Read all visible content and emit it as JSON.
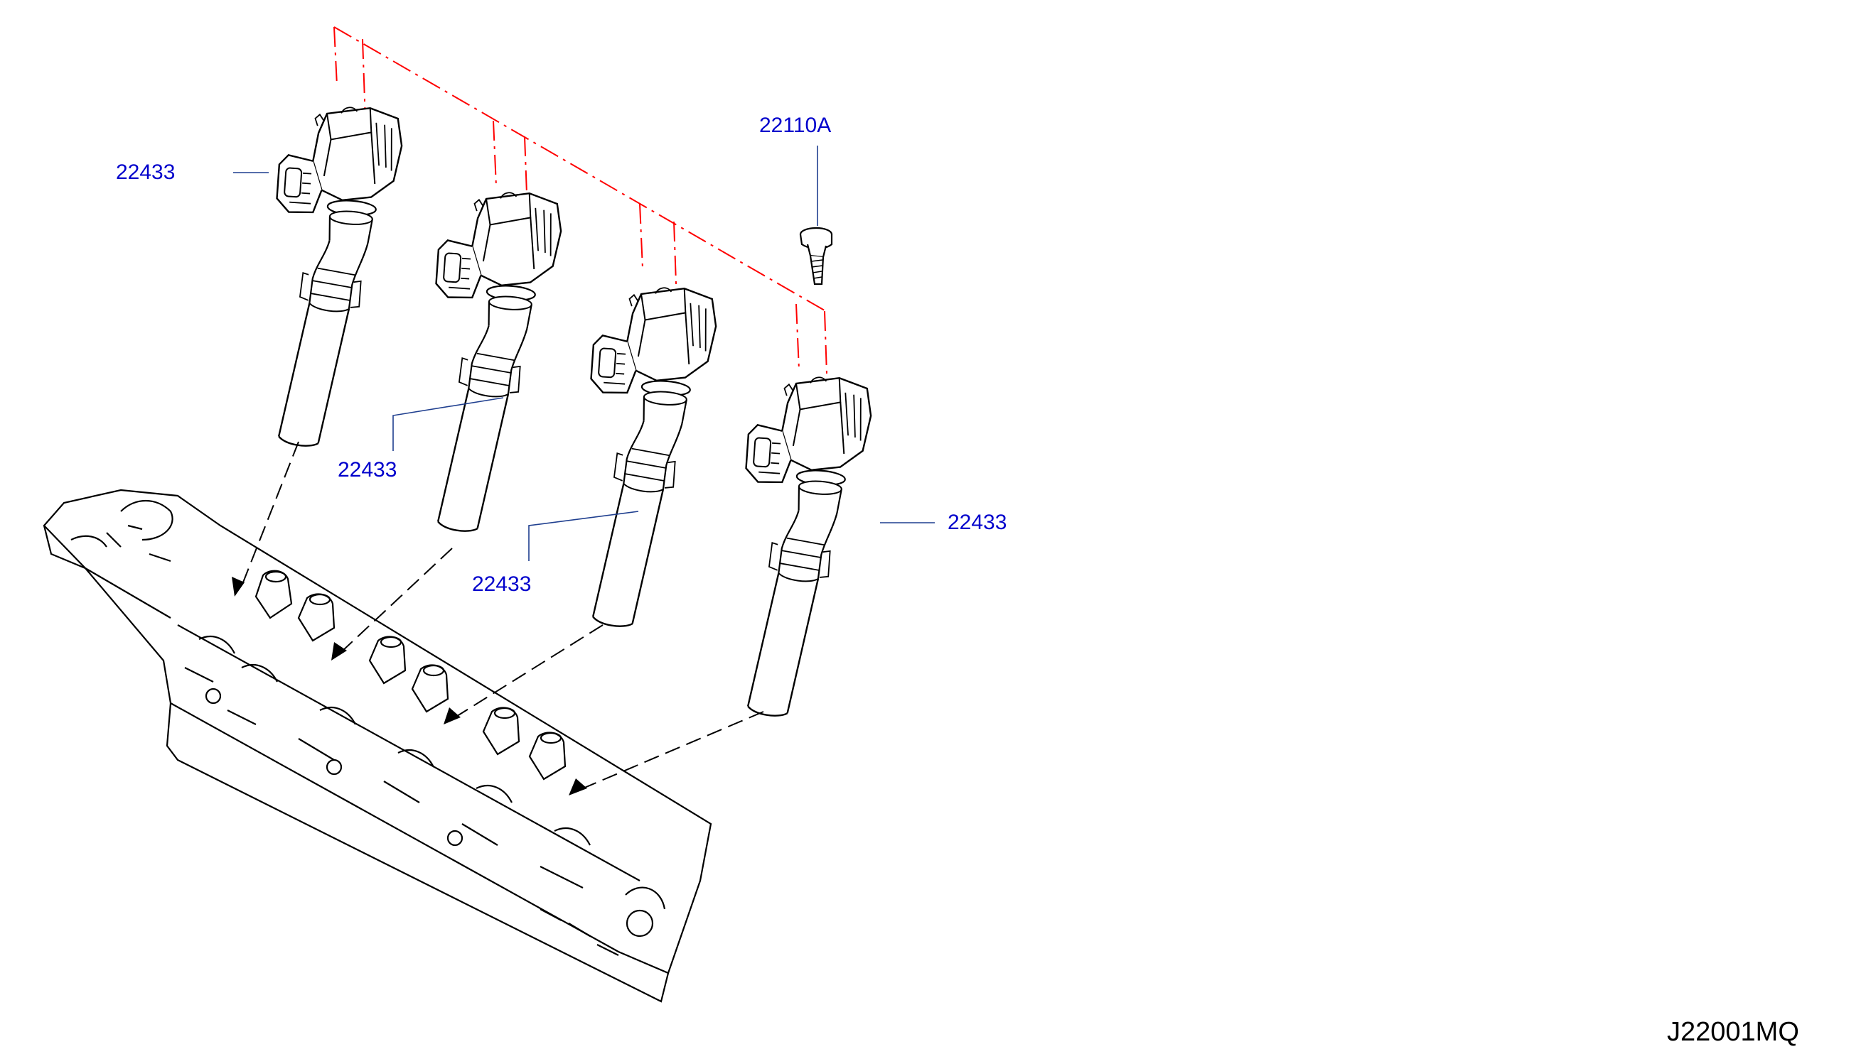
{
  "colors": {
    "callout_text": "#0000cc",
    "leader_line": "#1f3f8f",
    "parts_line": "#000000",
    "reference_line": "#ff0000",
    "code_text": "#000000",
    "background": "#ffffff"
  },
  "callouts": {
    "coil_1": "22433",
    "coil_2": "22433",
    "coil_3": "22433",
    "coil_4": "22433",
    "bolt": "22110A"
  },
  "diagram_code": "J22001MQ"
}
